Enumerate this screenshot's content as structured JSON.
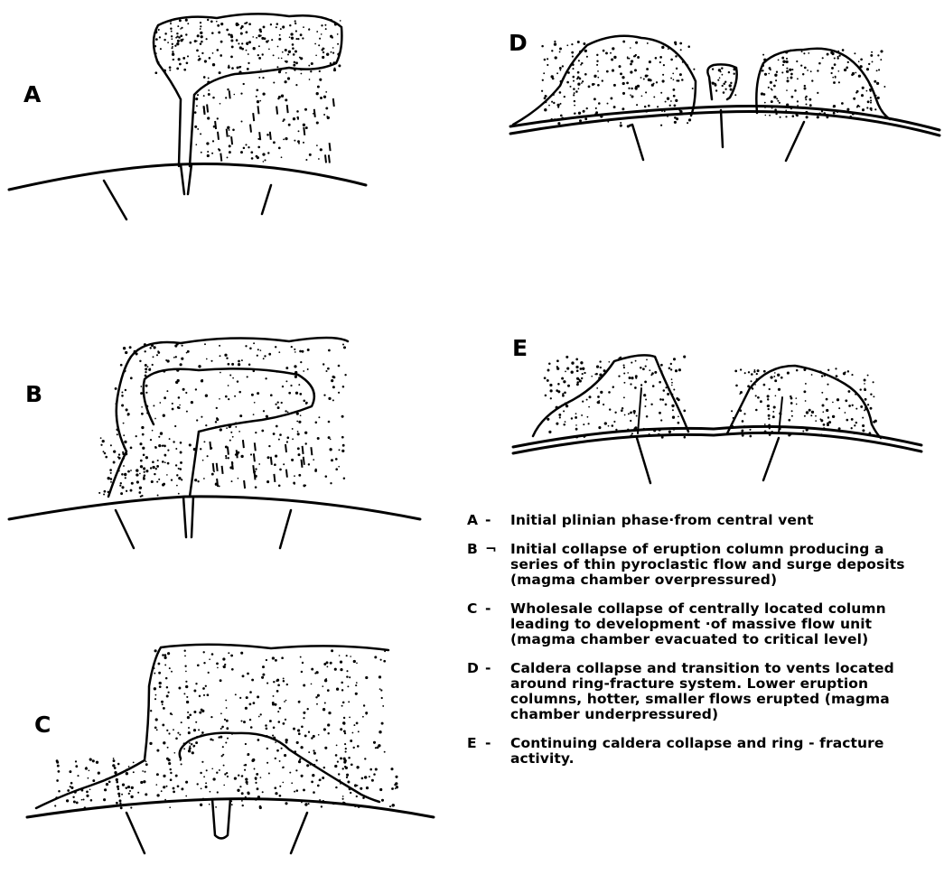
{
  "panels": [
    {
      "letter": "A"
    },
    {
      "letter": "B"
    },
    {
      "letter": "C"
    },
    {
      "letter": "D"
    },
    {
      "letter": "E"
    }
  ],
  "legend": [
    {
      "key": "A",
      "dash": "-",
      "text": "Initial plinian phase·from central vent"
    },
    {
      "key": "B",
      "dash": "¬",
      "text": "Initial collapse of eruption column producing a series of thin pyroclastic flow and surge deposits (magma chamber overpressured)"
    },
    {
      "key": "C",
      "dash": "-",
      "text": "Wholesale collapse of centrally located column leading to development ·of massive flow unit (magma chamber evacuated to critical level)"
    },
    {
      "key": "D",
      "dash": "-",
      "text": "Caldera collapse and transition to vents located around ring-fracture system. Lower eruption columns, hotter, smaller flows erupted (magma chamber underpressured)"
    },
    {
      "key": "E",
      "dash": "-",
      "text": "Continuing caldera collapse and ring - fracture activity."
    }
  ],
  "colors": {
    "ink": "#000000",
    "paper": "#ffffff"
  }
}
